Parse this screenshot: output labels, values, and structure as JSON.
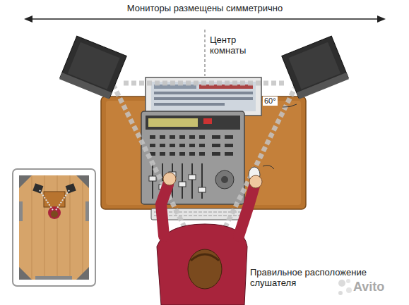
{
  "diagram": {
    "labels": [
      "Мониторы размещены симметрично",
      "Центр комнаты",
      "60°",
      "Правильное расположение слушателя",
      "Avito"
    ]
  }
}
